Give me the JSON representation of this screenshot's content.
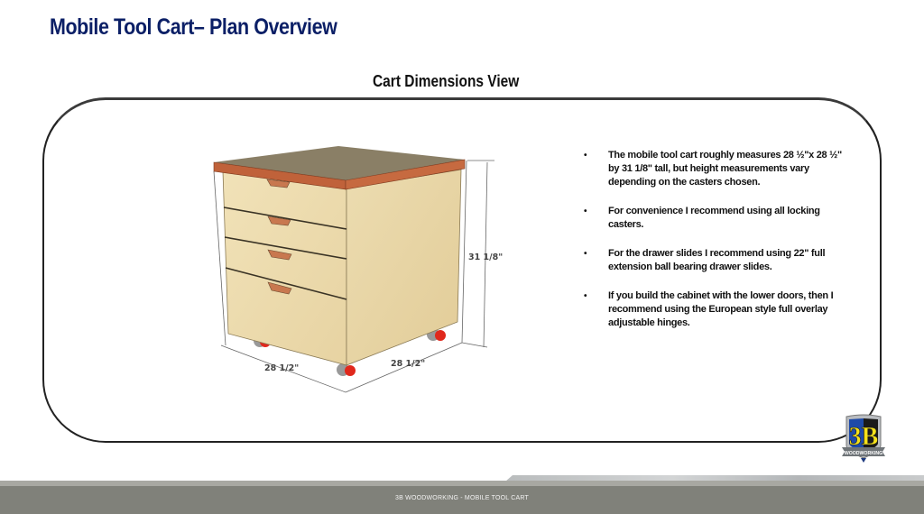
{
  "header": {
    "title": "Mobile Tool Cart– Plan Overview",
    "title_color": "#0b1f66"
  },
  "section": {
    "title": "Cart Dimensions View"
  },
  "illustration": {
    "subject": "mobile-tool-cart-3d-render",
    "dimensions": {
      "height": "31 1/8\"",
      "width_left": "28 1/2\"",
      "width_right": "28 1/2\""
    },
    "colors": {
      "plywood": "#eedcb0",
      "top_edge": "#c0623a",
      "top_surface": "#8a7f66",
      "caster_wheel": "#e0281c"
    }
  },
  "notes": {
    "bullet_glyph": "•",
    "items": [
      "The mobile tool cart roughly measures 28 ½\"x 28 ½\" by 31 1/8\" tall, but height measurements vary depending on the casters chosen.",
      "For convenience I recommend using all locking casters.",
      "For the drawer slides I recommend using 22\" full extension ball bearing drawer slides.",
      "If you build the cabinet with the lower doors, then I recommend using the European style full overlay adjustable hinges."
    ]
  },
  "logo": {
    "mark": "3B",
    "banner": "WOODWORKING",
    "colors": {
      "left": "#1e4aa8",
      "right": "#1a1a1a",
      "letters": "#f5e21a"
    }
  },
  "footer": {
    "text": "3B WOODWORKING - MOBILE TOOL CART",
    "bar_color": "#80817a"
  }
}
